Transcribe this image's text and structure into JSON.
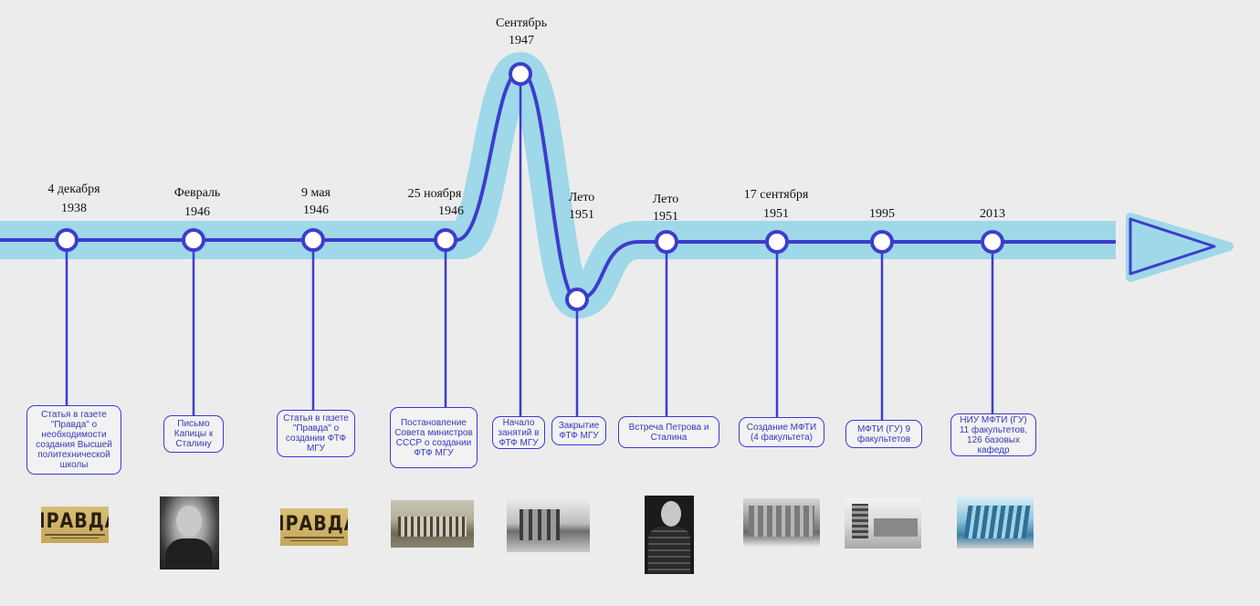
{
  "colors": {
    "band": "#9fd8e8",
    "line": "#3d3dcc",
    "node_fill": "#ffffff",
    "box_text": "#3838c0",
    "background": "#ececec"
  },
  "events": [
    {
      "date_line1": "4 декабря",
      "date_line2": "1938",
      "caption": "Статья в газете \"Правда\" о необходимости создания Высшей политехнической школы",
      "image": "pravda-newspaper"
    },
    {
      "date_line1": "Февраль",
      "date_line2": "1946",
      "caption": "Письмо Капицы к Сталину",
      "image": "kapitsa-portrait"
    },
    {
      "date_line1": "9 мая",
      "date_line2": "1946",
      "caption": "Статья в газете \"Правда\" о создании ФТФ МГУ",
      "image": "pravda-newspaper"
    },
    {
      "date_line1": "25 ноября",
      "date_line2": "1946",
      "caption": "Постановление Совета министров СССР о создании ФТФ МГУ",
      "image": "mgu-building"
    },
    {
      "date_line1": "Сентябрь",
      "date_line2": "1947",
      "caption": "Начало занятий в ФТФ МГУ",
      "image": "building-ruins"
    },
    {
      "date_line1": "Лето",
      "date_line2": "1951",
      "caption": "Закрытие ФТФ МГУ",
      "image": ""
    },
    {
      "date_line1": "Лето",
      "date_line2": "1951",
      "caption": "Встреча Петрова и Сталина",
      "image": "petrov-portrait"
    },
    {
      "date_line1": "17 сентября",
      "date_line2": "1951",
      "caption": "Создание МФТИ (4 факультета)",
      "image": "mipt-campus-winter"
    },
    {
      "date_line1": "",
      "date_line2": "1995",
      "caption": "МФТИ (ГУ) 9 факультетов",
      "image": "mipt-campus-1995"
    },
    {
      "date_line1": "",
      "date_line2": "2013",
      "caption": "НИУ МФТИ (ГУ) 11 факультетов, 126 базовых кафедр",
      "image": "mipt-glass-building"
    }
  ]
}
